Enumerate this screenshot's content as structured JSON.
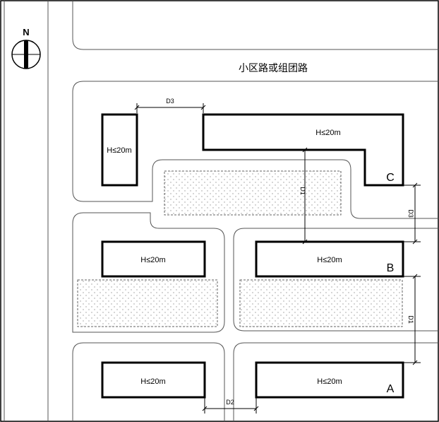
{
  "north_label": "N",
  "road_name": "小区路或组团路",
  "buildings": {
    "west_top": "H≤20m",
    "c": "H≤20m",
    "west_mid": "H≤20m",
    "b": "H≤20m",
    "west_bottom": "H≤20m",
    "a": "H≤20m"
  },
  "building_letters": {
    "a": "A",
    "b": "B",
    "c": "C"
  },
  "dimensions": {
    "d1_upper": "D1",
    "d1_lower": "D1",
    "d2": "D2",
    "d3_top": "D3",
    "d3_right": "D3"
  }
}
